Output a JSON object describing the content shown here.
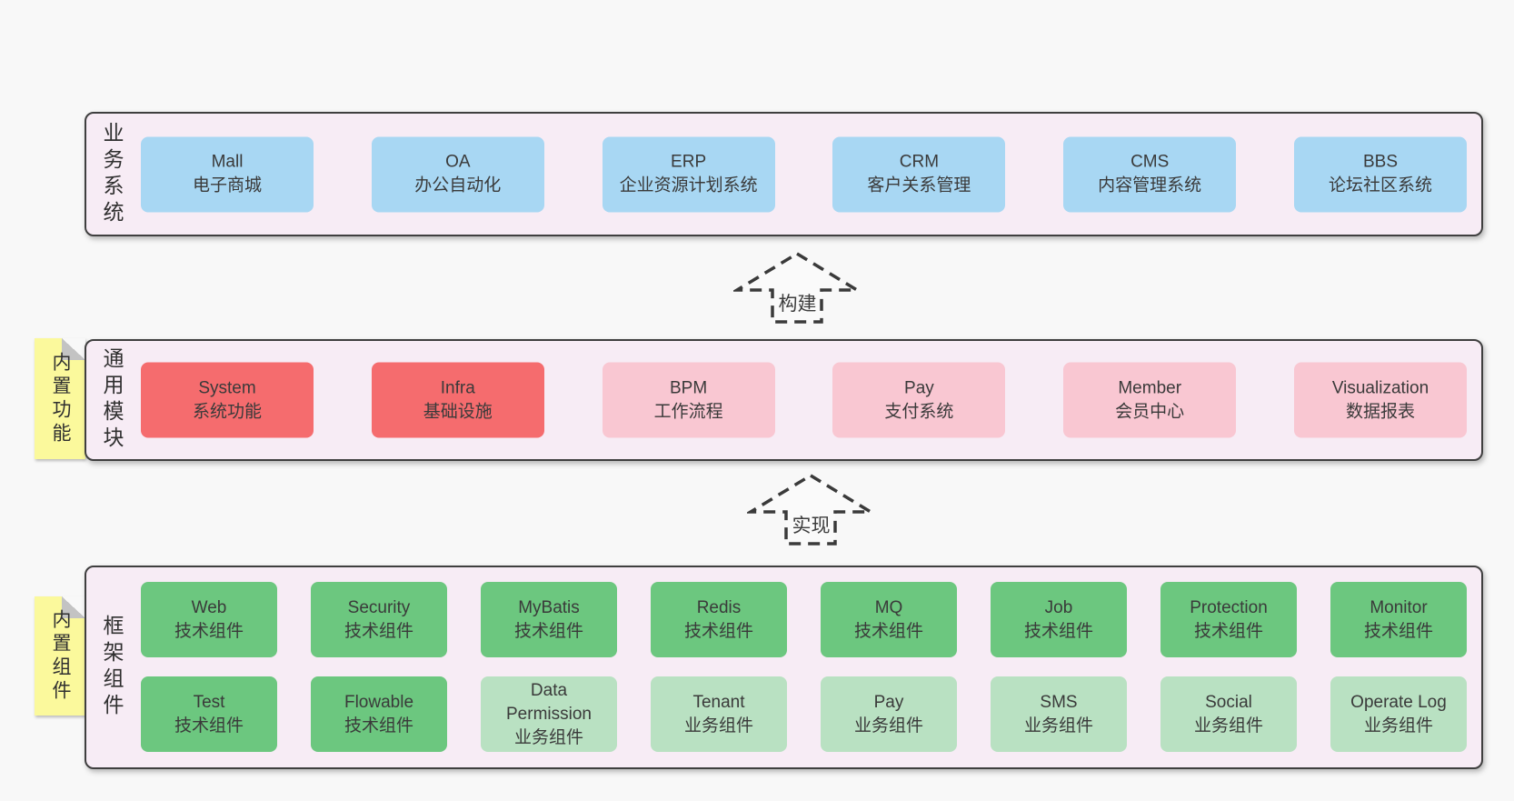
{
  "colors": {
    "page_background": "#f8f8f8",
    "panel_background": "#f7ecf5",
    "panel_border": "#3f3f3f",
    "business_box": "#a8d7f3",
    "core_module_box": "#f56c6e",
    "optional_module_box": "#f9c7d2",
    "tech_component_box": "#6cc77f",
    "biz_component_box": "#b9e1c2",
    "sticky_note": "#fbf99c",
    "sticky_fold": "#c3c3c3",
    "text": "#3a3a3a"
  },
  "sections": {
    "business": {
      "label": "业务系统",
      "boxes": [
        {
          "title": "Mall",
          "subtitle": "电子商城"
        },
        {
          "title": "OA",
          "subtitle": "办公自动化"
        },
        {
          "title": "ERP",
          "subtitle": "企业资源计划系统"
        },
        {
          "title": "CRM",
          "subtitle": "客户关系管理"
        },
        {
          "title": "CMS",
          "subtitle": "内容管理系统"
        },
        {
          "title": "BBS",
          "subtitle": "论坛社区系统"
        }
      ]
    },
    "modules": {
      "label": "通用模块",
      "sticky": "内置功能",
      "boxes": [
        {
          "title": "System",
          "subtitle": "系统功能"
        },
        {
          "title": "Infra",
          "subtitle": "基础设施"
        },
        {
          "title": "BPM",
          "subtitle": "工作流程"
        },
        {
          "title": "Pay",
          "subtitle": "支付系统"
        },
        {
          "title": "Member",
          "subtitle": "会员中心"
        },
        {
          "title": "Visualization",
          "subtitle": "数据报表"
        }
      ]
    },
    "components": {
      "label": "框架组件",
      "sticky": "内置组件",
      "row1": [
        {
          "title": "Web",
          "subtitle": "技术组件"
        },
        {
          "title": "Security",
          "subtitle": "技术组件"
        },
        {
          "title": "MyBatis",
          "subtitle": "技术组件"
        },
        {
          "title": "Redis",
          "subtitle": "技术组件"
        },
        {
          "title": "MQ",
          "subtitle": "技术组件"
        },
        {
          "title": "Job",
          "subtitle": "技术组件"
        },
        {
          "title": "Protection",
          "subtitle": "技术组件"
        },
        {
          "title": "Monitor",
          "subtitle": "技术组件"
        }
      ],
      "row2": [
        {
          "title": "Test",
          "subtitle": "技术组件"
        },
        {
          "title": "Flowable",
          "subtitle": "技术组件"
        },
        {
          "title": "Data Permission",
          "subtitle": "业务组件"
        },
        {
          "title": "Tenant",
          "subtitle": "业务组件"
        },
        {
          "title": "Pay",
          "subtitle": "业务组件"
        },
        {
          "title": "SMS",
          "subtitle": "业务组件"
        },
        {
          "title": "Social",
          "subtitle": "业务组件"
        },
        {
          "title": "Operate Log",
          "subtitle": "业务组件"
        }
      ]
    }
  },
  "arrows": {
    "build": "构建",
    "implement": "实现"
  }
}
